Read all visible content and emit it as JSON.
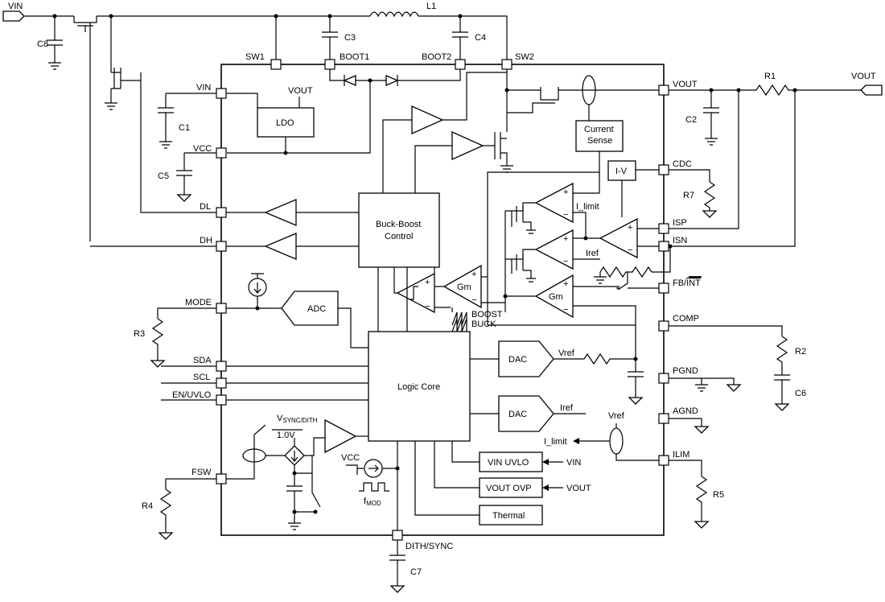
{
  "labels": {
    "vin_port": "VIN",
    "vout_port": "VOUT",
    "l1": "L1",
    "r1": "R1",
    "r2": "R2",
    "r3": "R3",
    "r4": "R4",
    "r5": "R5",
    "r7": "R7",
    "c1": "C1",
    "c2": "C2",
    "c3": "C3",
    "c4": "C4",
    "c5": "C5",
    "c6": "C6",
    "c7": "C7",
    "c8": "C8",
    "vout_ldo": "VOUT",
    "vsync_main": "V",
    "vsync_sub": "SYNC/DITH",
    "v10": "1.0V",
    "vcc_src": "VCC",
    "fmod_main": "f",
    "fmod_sub": "MOD",
    "vref_dac": "Vref",
    "iref_dac": "Iref",
    "vref_ilim": "Vref",
    "ilimit_ilim": "I_limit",
    "ilimit_cmp": "I_limit",
    "iref_cmp": "Iref",
    "boost": "BOOST",
    "buck": "BUCK",
    "vin_uvlo_in": "VIN",
    "vout_ovp_in": "VOUT"
  },
  "pins": {
    "sw1": "SW1",
    "boot1": "BOOT1",
    "boot2": "BOOT2",
    "sw2": "SW2",
    "vin": "VIN",
    "vcc": "VCC",
    "dl": "DL",
    "dh": "DH",
    "mode": "MODE",
    "sda": "SDA",
    "scl": "SCL",
    "en_uvlo": "EN/UVLO",
    "fsw": "FSW",
    "vout": "VOUT",
    "cdc": "CDC",
    "isp": "ISP",
    "isn": "ISN",
    "fb": "FB/",
    "int": "INT",
    "comp": "COMP",
    "pgnd": "PGND",
    "agnd": "AGND",
    "ilim": "ILIM",
    "dith_sync": "DITH/SYNC"
  },
  "blocks": {
    "ldo": "LDO",
    "current_sense_1": "Current",
    "current_sense_2": "Sense",
    "iv": "I-V",
    "bb_control_1": "Buck-Boost",
    "bb_control_2": "Control",
    "adc": "ADC",
    "logic_core": "Logic Core",
    "dac_v": "DAC",
    "dac_i": "DAC",
    "gm1": "Gm",
    "gm2": "Gm",
    "vin_uvlo": "VIN UVLO",
    "vout_ovp": "VOUT OVP",
    "thermal": "Thermal"
  },
  "signs": {
    "plus": "+",
    "minus": "−"
  }
}
